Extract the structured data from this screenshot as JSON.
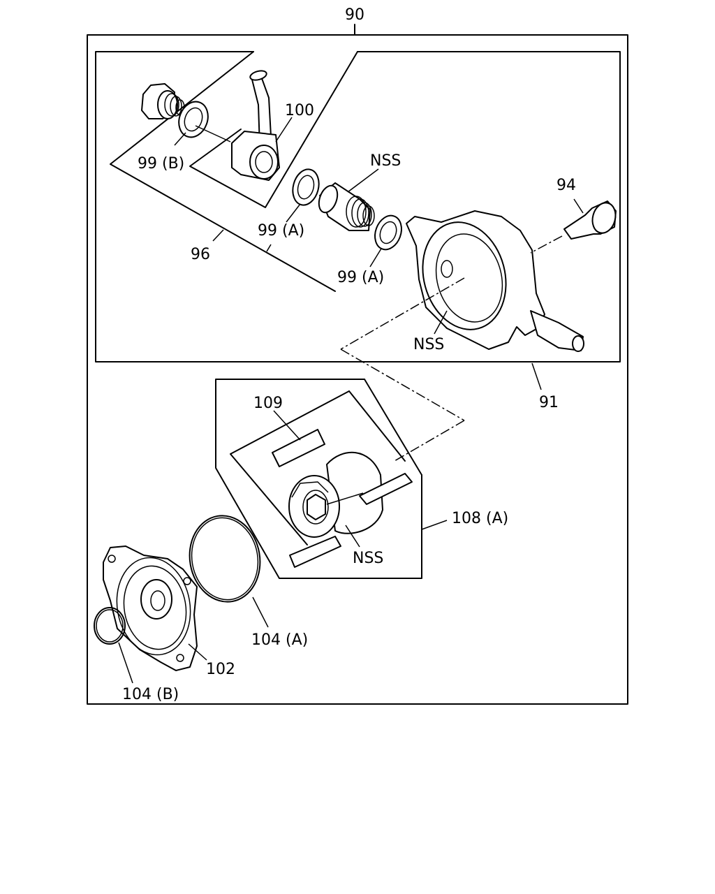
{
  "labels": {
    "assembly": "90",
    "l91": "91",
    "l94": "94",
    "l96": "96",
    "l99a_1": "99 (A)",
    "l99a_2": "99 (A)",
    "l99b": "99 (B)",
    "l100": "100",
    "l102": "102",
    "l104a": "104 (A)",
    "l104b": "104 (B)",
    "l108a": "108 (A)",
    "l109": "109",
    "nss_1": "NSS",
    "nss_2": "NSS",
    "nss_3": "NSS"
  }
}
